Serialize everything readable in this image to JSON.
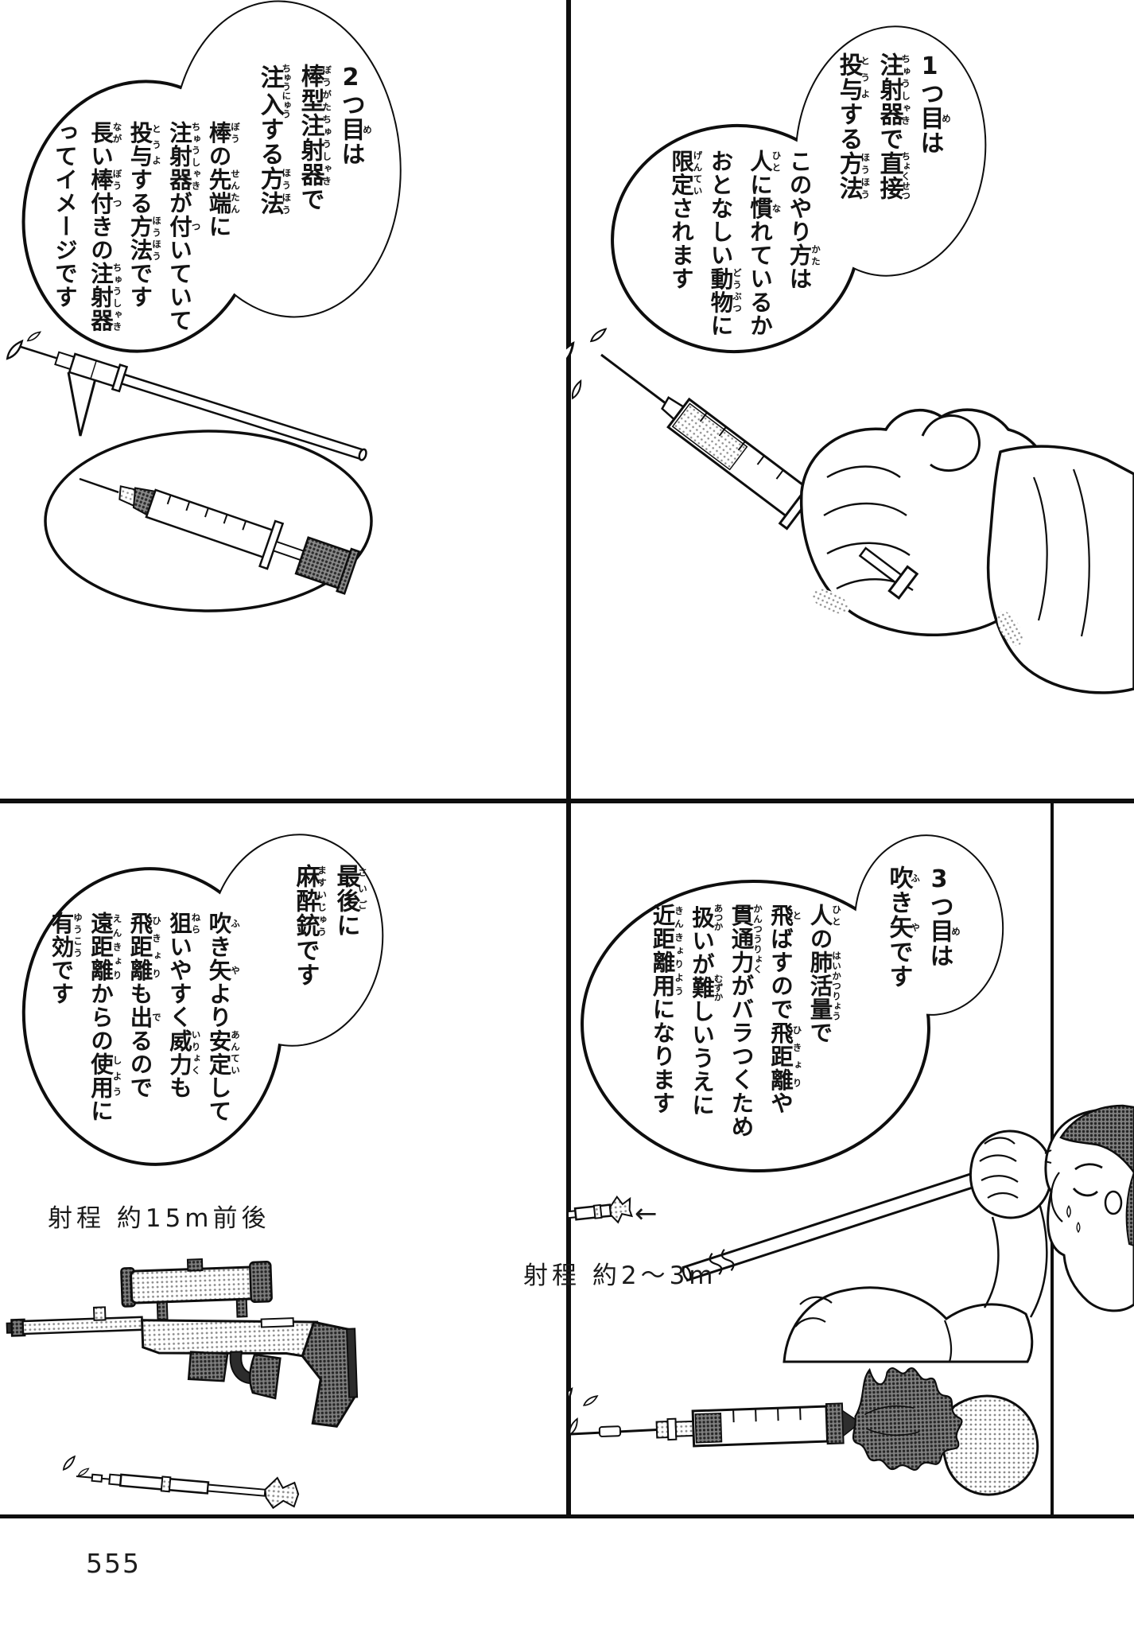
{
  "page": {
    "number": "555"
  },
  "colors": {
    "ink": "#0e0e0e",
    "paper": "#ffffff"
  },
  "labels": {
    "rifle_range": "射程 約15m前後",
    "blowgun_range": "射程 約2〜3m",
    "blowgun_arrow": "←"
  },
  "bubbles": {
    "tl_title": {
      "cols": [
        [
          {
            "t": "2つ"
          },
          {
            "t": "目",
            "r": "め"
          },
          {
            "t": "は"
          }
        ],
        [
          {
            "t": "棒型注射器",
            "r": "ぼうがたちゅうしゃき"
          },
          {
            "t": "で"
          }
        ],
        [
          {
            "t": "注入",
            "r": "ちゅうにゅう"
          },
          {
            "t": "する"
          },
          {
            "t": "方法",
            "r": "ほうほう"
          }
        ]
      ]
    },
    "tl_body": {
      "cols": [
        [
          {
            "t": "棒",
            "r": "ぼう"
          },
          {
            "t": "の"
          },
          {
            "t": "先端",
            "r": "せんたん"
          },
          {
            "t": "に"
          }
        ],
        [
          {
            "t": "注射器",
            "r": "ちゅうしゃき"
          },
          {
            "t": "が"
          },
          {
            "t": "付",
            "r": "つ"
          },
          {
            "t": "いていて"
          }
        ],
        [
          {
            "t": "投与",
            "r": "とうよ"
          },
          {
            "t": "する"
          },
          {
            "t": "方法",
            "r": "ほうほう"
          },
          {
            "t": "です"
          }
        ],
        [
          {
            "t": "長",
            "r": "なが"
          },
          {
            "t": "い"
          },
          {
            "t": "棒",
            "r": "ぼう"
          },
          {
            "t": "付",
            "r": "つ"
          },
          {
            "t": "きの"
          },
          {
            "t": "注射器",
            "r": "ちゅうしゃき"
          }
        ],
        [
          {
            "t": "ってイメージです"
          }
        ]
      ]
    },
    "tr_title": {
      "cols": [
        [
          {
            "t": "1つ"
          },
          {
            "t": "目",
            "r": "め"
          },
          {
            "t": "は"
          }
        ],
        [
          {
            "t": "注射器",
            "r": "ちゅうしゃき"
          },
          {
            "t": "で"
          },
          {
            "t": "直接",
            "r": "ちょくせつ"
          }
        ],
        [
          {
            "t": "投与",
            "r": "とうよ"
          },
          {
            "t": "する"
          },
          {
            "t": "方法",
            "r": "ほうほう"
          }
        ]
      ]
    },
    "tr_body": {
      "cols": [
        [
          {
            "t": "このやり"
          },
          {
            "t": "方",
            "r": "かた"
          },
          {
            "t": "は"
          }
        ],
        [
          {
            "t": "人",
            "r": "ひと"
          },
          {
            "t": "に"
          },
          {
            "t": "慣",
            "r": "な"
          },
          {
            "t": "れているか"
          }
        ],
        [
          {
            "t": "おとなしい"
          },
          {
            "t": "動物",
            "r": "どうぶつ"
          },
          {
            "t": "に"
          }
        ],
        [
          {
            "t": "限定",
            "r": "げんてい"
          },
          {
            "t": "されます"
          }
        ]
      ]
    },
    "bl_title": {
      "cols": [
        [
          {
            "t": "最後",
            "r": "さいご"
          },
          {
            "t": "に"
          }
        ],
        [
          {
            "t": "麻酔銃",
            "r": "ますいじゅう"
          },
          {
            "t": "です"
          }
        ]
      ]
    },
    "bl_body": {
      "cols": [
        [
          {
            "t": "吹",
            "r": "ふ"
          },
          {
            "t": "き"
          },
          {
            "t": "矢",
            "r": "や"
          },
          {
            "t": "より"
          },
          {
            "t": "安定",
            "r": "あんてい"
          },
          {
            "t": "して"
          }
        ],
        [
          {
            "t": "狙",
            "r": "ねら"
          },
          {
            "t": "いやすく"
          },
          {
            "t": "威力",
            "r": "いりょく"
          },
          {
            "t": "も"
          }
        ],
        [
          {
            "t": "飛距離",
            "r": "ひきょり"
          },
          {
            "t": "も"
          },
          {
            "t": "出",
            "r": "で"
          },
          {
            "t": "るので"
          }
        ],
        [
          {
            "t": "遠距離",
            "r": "えんきょり"
          },
          {
            "t": "からの"
          },
          {
            "t": "使用",
            "r": "しよう"
          },
          {
            "t": "に"
          }
        ],
        [
          {
            "t": "有効",
            "r": "ゆうこう"
          },
          {
            "t": "です"
          }
        ]
      ]
    },
    "br_title": {
      "cols": [
        [
          {
            "t": "3つ"
          },
          {
            "t": "目",
            "r": "め"
          },
          {
            "t": "は"
          }
        ],
        [
          {
            "t": "吹",
            "r": "ふ"
          },
          {
            "t": "き"
          },
          {
            "t": "矢",
            "r": "や"
          },
          {
            "t": "です"
          }
        ]
      ]
    },
    "br_body": {
      "cols": [
        [
          {
            "t": "人",
            "r": "ひと"
          },
          {
            "t": "の"
          },
          {
            "t": "肺活量",
            "r": "はいかつりょう"
          },
          {
            "t": "で"
          }
        ],
        [
          {
            "t": "飛",
            "r": "と"
          },
          {
            "t": "ばすので"
          },
          {
            "t": "飛距離",
            "r": "ひきょり"
          },
          {
            "t": "や"
          }
        ],
        [
          {
            "t": "貫通力",
            "r": "かんつうりょく"
          },
          {
            "t": "がバラつくため"
          }
        ],
        [
          {
            "t": "扱",
            "r": "あつか"
          },
          {
            "t": "いが"
          },
          {
            "t": "難",
            "r": "むずか"
          },
          {
            "t": "しいうえに"
          }
        ],
        [
          {
            "t": "近距離用",
            "r": "きんきょりよう"
          },
          {
            "t": "になります"
          }
        ]
      ]
    }
  }
}
